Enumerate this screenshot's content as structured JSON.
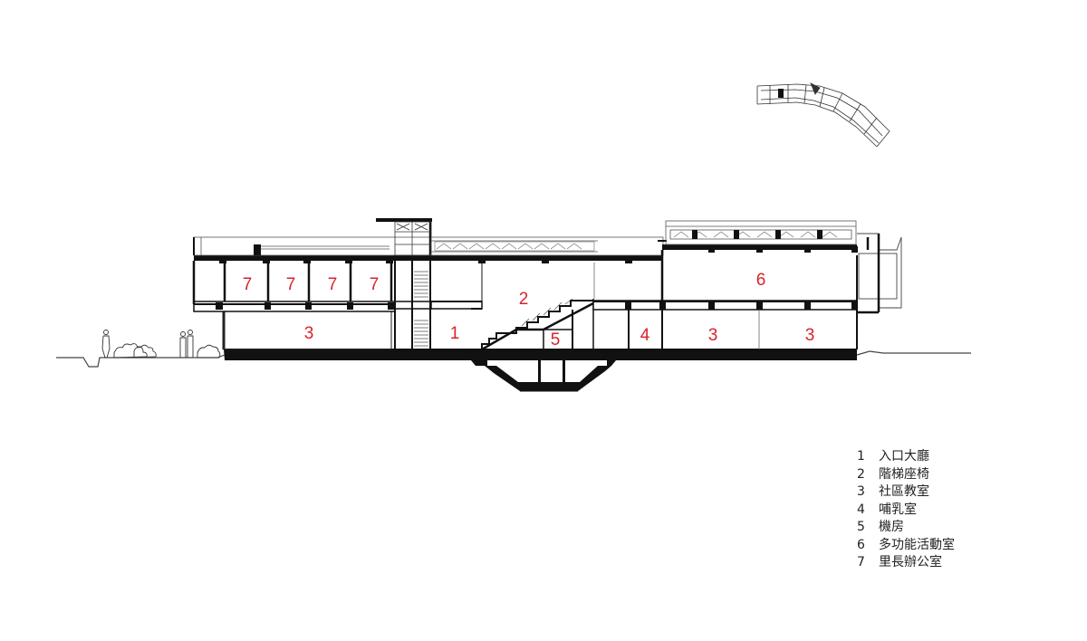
{
  "rooms": [
    {
      "num": "1",
      "label": "入口大廳"
    },
    {
      "num": "2",
      "label": "階梯座椅"
    },
    {
      "num": "3",
      "label": "社區教室"
    },
    {
      "num": "4",
      "label": "哺乳室"
    },
    {
      "num": "5",
      "label": "機房"
    },
    {
      "num": "6",
      "label": "多功能活動室"
    },
    {
      "num": "7",
      "label": "里長辦公室"
    }
  ],
  "section_labels": [
    "7",
    "7",
    "7",
    "7",
    "2",
    "6",
    "3",
    "1",
    "5",
    "4",
    "3",
    "3"
  ],
  "colors": {
    "room_number": "#d8232a",
    "line": "#1a1a1a",
    "poche": "#111111"
  }
}
